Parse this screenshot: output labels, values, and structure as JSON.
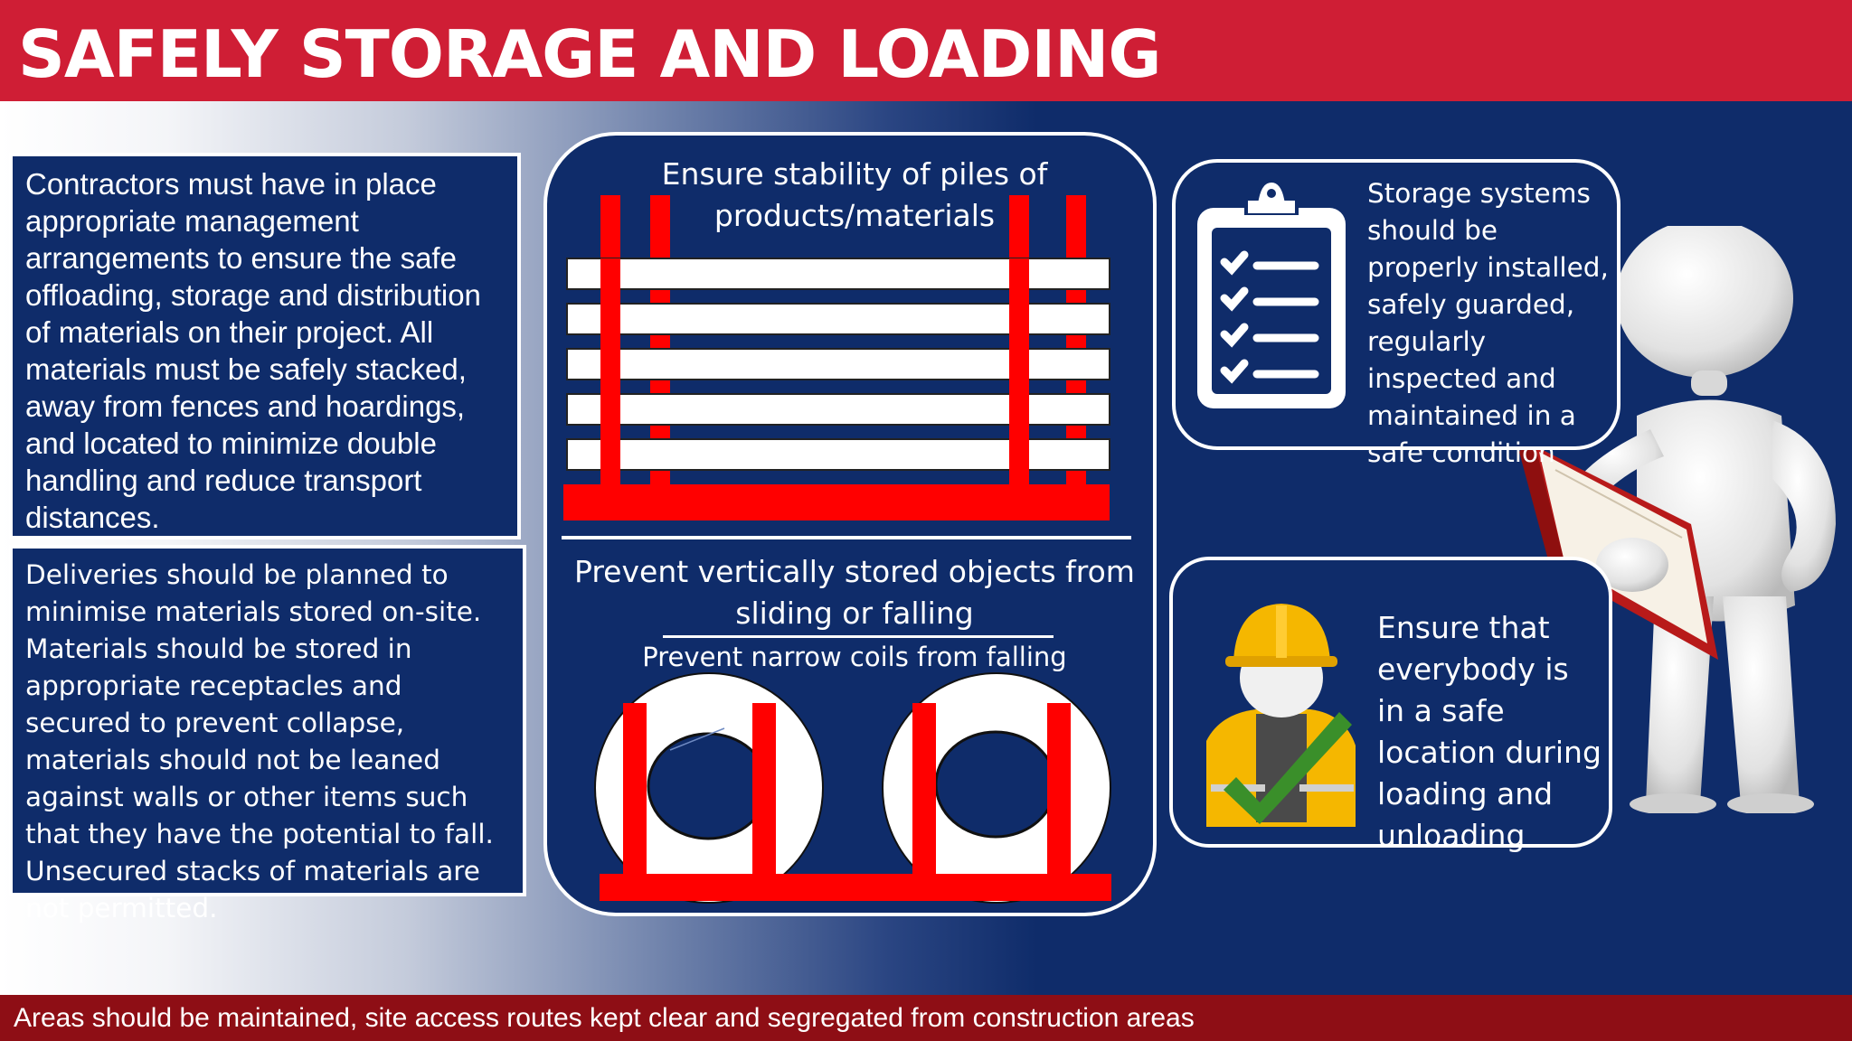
{
  "header": {
    "title": "SAFELY STORAGE AND LOADING"
  },
  "left": {
    "management_text": "Contractors must have in place appropriate management arrangements to ensure the safe offloading, storage and distribution of materials on their project. All materials must be safely stacked, away from fences and hoardings, and located to minimize double handling and reduce transport distances.",
    "deliveries_text": "Deliveries should be planned to minimise materials stored on-site. Materials should be stored in appropriate receptacles and secured to prevent collapse, materials should not be leaned against walls or other items such that they have the potential to fall. Unsecured stacks of materials are not permitted."
  },
  "center": {
    "stability_heading": "Ensure stability of piles of products/materials",
    "vertical_heading": "Prevent vertically stored objects from sliding or falling",
    "coils_heading": "Prevent narrow coils from falling"
  },
  "right": {
    "storage_text": "Storage systems should be properly installed, safely guarded, regularly inspected and maintained in a safe condition",
    "location_text": "Ensure that everybody is in a safe location during loading and unloading"
  },
  "footer": {
    "text": "Areas should be maintained, site access routes kept clear and segregated from construction areas"
  },
  "icons": {
    "checklist": "clipboard-checklist-icon",
    "worker": "worker-with-checkmark-icon",
    "figure": "3d-figure-reading-book"
  },
  "colors": {
    "header_red": "#cf1e35",
    "footer_red": "#8e0e15",
    "navy": "#0f2c6a",
    "rack_red": "#ff0000",
    "check_green": "#3a8f2a",
    "helmet_yellow": "#f5b700"
  }
}
